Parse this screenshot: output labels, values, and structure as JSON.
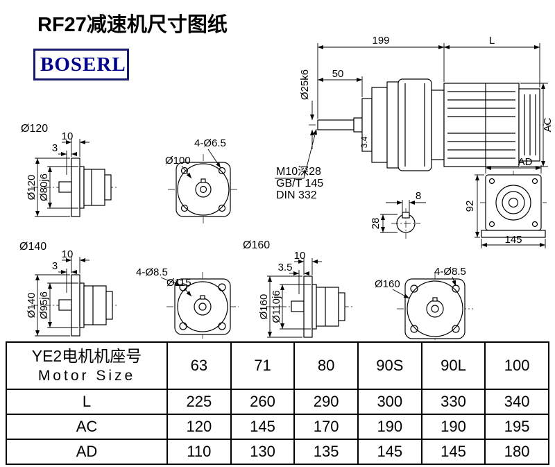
{
  "page": {
    "title": "RF27减速机尺寸图纸",
    "logo_text": "BOSERL"
  },
  "main_view": {
    "dim_199": "199",
    "dim_L": "L",
    "dim_50": "50",
    "dim_shaft_dia": "Ø25k6",
    "dim_gap": "3.4",
    "dim_AC": "AC",
    "thread_note_line1": "M10深28",
    "thread_note_line2": "GB/T 145",
    "thread_note_line3": "DIN 332"
  },
  "shaft_section": {
    "dim_key_width": "8",
    "dim_height": "28"
  },
  "output_view": {
    "dim_AD": "AD",
    "dim_92": "92",
    "dim_145": "145"
  },
  "flange_120": {
    "label": "Ø120",
    "dim_10": "10",
    "dim_3": "3",
    "dim_od": "Ø120",
    "dim_spigot": "Ø80j6"
  },
  "front_100": {
    "dim_holes": "4-Ø6.5",
    "dim_od": "Ø100"
  },
  "flange_140": {
    "label": "Ø140",
    "dim_10": "10",
    "dim_3": "3",
    "dim_od": "Ø140",
    "dim_spigot": "Ø95j6"
  },
  "front_115": {
    "dim_holes": "4-Ø8.5",
    "dim_od": "Ø115"
  },
  "flange_160": {
    "label": "Ø160",
    "dim_10": "10",
    "dim_3_5": "3.5",
    "dim_od": "Ø160",
    "dim_spigot": "Ø110j6"
  },
  "front_160": {
    "dim_holes": "4-Ø8.5",
    "dim_od": "Ø160"
  },
  "table": {
    "header_cn": "YE2电机机座号",
    "header_en": "Motor Size",
    "motor_sizes": [
      "63",
      "71",
      "80",
      "90S",
      "90L",
      "100"
    ],
    "rows": [
      {
        "label": "L",
        "values": [
          "225",
          "260",
          "290",
          "300",
          "330",
          "340"
        ]
      },
      {
        "label": "AC",
        "values": [
          "120",
          "145",
          "170",
          "190",
          "190",
          "195"
        ]
      },
      {
        "label": "AD",
        "values": [
          "110",
          "130",
          "135",
          "145",
          "145",
          "180"
        ]
      }
    ]
  }
}
